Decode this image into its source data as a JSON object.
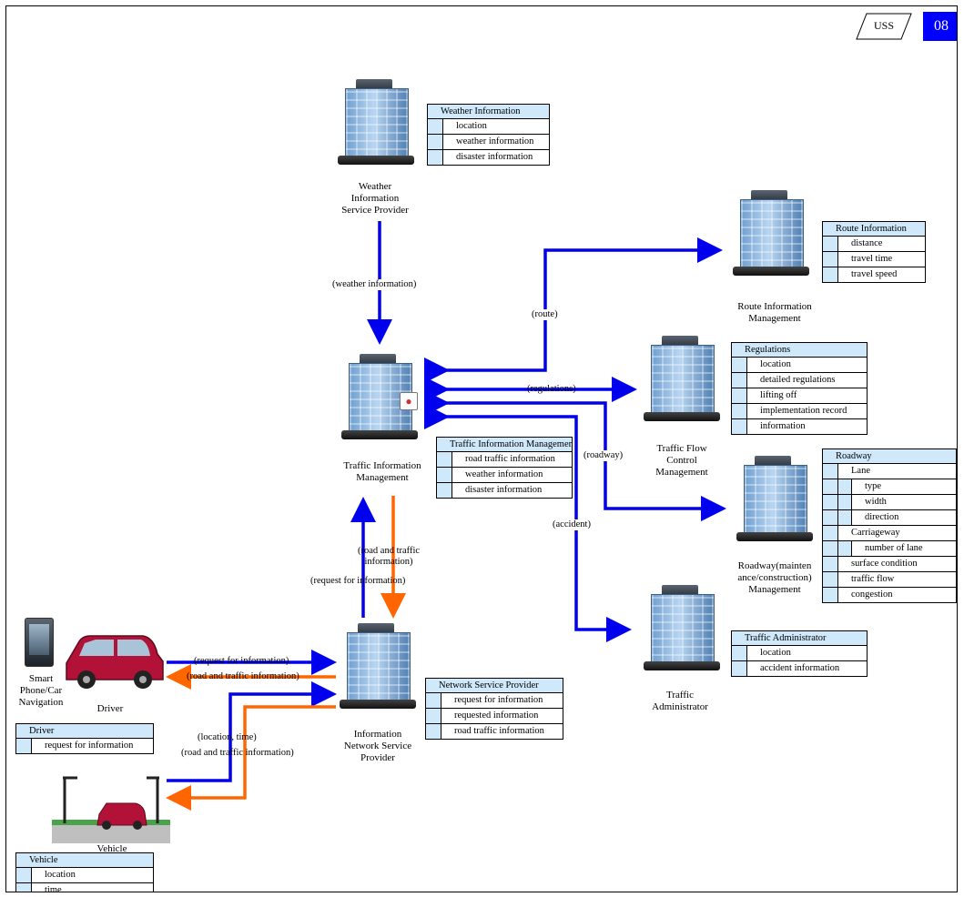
{
  "tags": {
    "uss": "USS",
    "page": "08"
  },
  "nodes": {
    "weather": "Weather\nInformation\nService Provider",
    "tim": "Traffic Information\nManagement",
    "route": "Route Information\nManagement",
    "flow": "Traffic Flow\nControl\nManagement",
    "roadway": "Roadway(mainten\nance/construction)\nManagement",
    "admin": "Traffic\nAdministrator",
    "insp": "Information\nNetwork Service\nProvider",
    "phone": "Smart\nPhone/Car\nNavigation",
    "driver": "Driver",
    "vehicle": "Vehicle"
  },
  "flows": {
    "weather": "(weather information)",
    "route": "(route)",
    "regulations": "(regulations)",
    "roadway": "(roadway)",
    "accident": "(accident)",
    "road_traffic": "(road and traffic\ninformation)",
    "request": "(request for information)",
    "driver_request": "(request for information)",
    "driver_road": "(road and traffic information)",
    "vehicle_location": "(location, time)",
    "vehicle_road": "(road and traffic information)"
  },
  "tables": {
    "weather": {
      "title": "Weather Information",
      "rows": [
        "location",
        "weather information",
        "disaster information"
      ]
    },
    "tim": {
      "title": "Traffic Information Management",
      "rows": [
        "road traffic information",
        "weather information",
        "disaster information"
      ]
    },
    "route": {
      "title": "Route Information",
      "rows": [
        "distance",
        "travel time",
        "travel speed"
      ]
    },
    "regulations": {
      "title": "Regulations",
      "rows": [
        "location",
        "detailed regulations",
        "lifting off",
        "implementation record",
        "information"
      ]
    },
    "roadway": {
      "title": "Roadway",
      "lane": "Lane",
      "lane_rows": [
        "type",
        "width",
        "direction"
      ],
      "carriageway": "Carriageway",
      "carriageway_rows": [
        "number of lane"
      ],
      "rows": [
        "surface condition",
        "traffic flow",
        "congestion"
      ]
    },
    "admin": {
      "title": "Traffic Administrator",
      "rows": [
        "location",
        "accident information"
      ]
    },
    "nsp": {
      "title": "Network Service Provider",
      "rows": [
        "request for information",
        "requested information",
        "road traffic information"
      ]
    },
    "driver": {
      "title": "Driver",
      "rows": [
        "request for information"
      ]
    },
    "vehicle": {
      "title": "Vehicle",
      "rows": [
        "location",
        "time"
      ]
    }
  },
  "colors": {
    "blue_arrow": "#0000ee",
    "orange_arrow": "#ff6600",
    "table_header": "#cfe9fb",
    "tag_blue": "#0000ff"
  }
}
